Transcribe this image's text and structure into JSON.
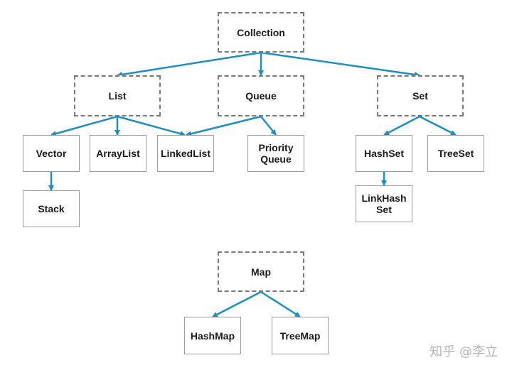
{
  "nodes": {
    "collection": "Collection",
    "list": "List",
    "queue": "Queue",
    "set": "Set",
    "vector": "Vector",
    "arraylist": "ArrayList",
    "linkedlist": "LinkedList",
    "priority_queue": "Priority\nQueue",
    "hashset": "HashSet",
    "treeset": "TreeSet",
    "stack": "Stack",
    "linkhashset": "LinkHash\nSet",
    "map": "Map",
    "hashmap": "HashMap",
    "treemap": "TreeMap"
  },
  "watermark": "知乎 @李立",
  "colors": {
    "arrow": "#1a8fc4",
    "interface_border": "#7a7a7a",
    "impl_border": "#9a9a9a"
  }
}
